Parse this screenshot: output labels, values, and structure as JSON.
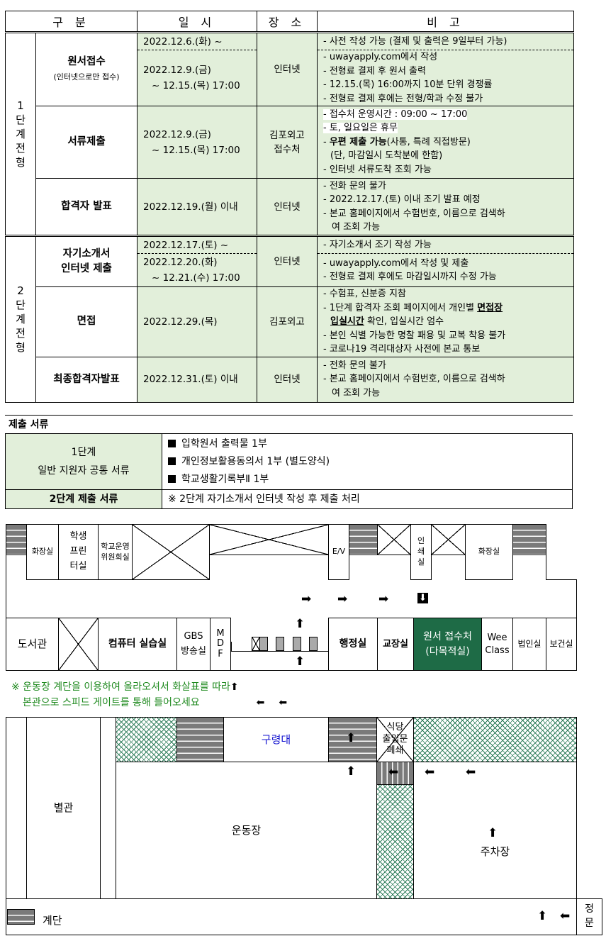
{
  "schedule": {
    "headers": [
      "구 분",
      "일 시",
      "장 소",
      "비 고"
    ],
    "stage1": "1\n단\n계\n전\n형",
    "stage2": "2\n단\n계\n전\n형",
    "rows": [
      {
        "name": "원서접수",
        "sub": "(인터넷으로만 접수)",
        "date1": "2022.12.6.(화) ~",
        "date2a": "2022.12.9.(금)",
        "date2b": "~ 12.15.(목) 17:00",
        "place": "인터넷",
        "notes1": [
          "- 사전 작성 가능 (결제 및 출력은 9일부터 가능)"
        ],
        "notes2": [
          "- uwayapply.com에서 작성",
          "- 전형료 결제 후 원서 출력",
          "- 12.15.(목) 16:00까지 10분 단위 경쟁률",
          "- 전형료 결제 후에는 전형/학과 수정 불가"
        ]
      },
      {
        "name": "서류제출",
        "date_a": "2022.12.9.(금)",
        "date_b": "~ 12.15.(목) 17:00",
        "place_a": "김포외고",
        "place_b": "접수처",
        "notes": [
          "- 접수처 운영시간 : 09:00 ~ 17:00",
          "- 토, 일요일은 휴무"
        ],
        "note3_bold": "우편 제출 가능",
        "note3_rest": "(사통, 특례 직접방문)",
        "note4": "(단, 마감일시 도착분에 한함)",
        "note5": "- 인터넷 서류도착 조회 가능"
      },
      {
        "name": "합격자 발표",
        "date": "2022.12.19.(월) 이내",
        "place": "인터넷",
        "notes": [
          "- 전화 문의 불가",
          "- 2022.12.17.(토) 이내 조기 발표 예정",
          "- 본교 홈페이지에서 수험번호, 이름으로 검색하",
          "여 조회 가능"
        ]
      },
      {
        "name_a": "자기소개서",
        "name_b": "인터넷 제출",
        "date1": "2022.12.17.(토) ~",
        "date2a": "2022.12.20.(화)",
        "date2b": "~ 12.21.(수) 17:00",
        "place": "인터넷",
        "notes1": [
          "- 자기소개서 조기 작성 가능"
        ],
        "notes2": [
          "- uwayapply.com에서 작성 및 제출",
          "- 전형료 결제 후에도 마감일시까지 수정 가능"
        ]
      },
      {
        "name": "면접",
        "date": "2022.12.29.(목)",
        "place": "김포외고",
        "note1": "- 수험표, 신분증 지참",
        "note2_pre": "- 1단계 합격자 조회 페이지에서 개인별 ",
        "note2_u": "면접장",
        "note3_u": "입실시간",
        "note3_rest": " 확인, 입실시간 엄수",
        "note4": "- 본인 식별 가능한 명찰 패용 및 교복 착용 불가",
        "note5": "- 코로나19 격리대상자 사전에 본교 통보"
      },
      {
        "name": "최종합격자발표",
        "date": "2022.12.31.(토) 이내",
        "place": "인터넷",
        "notes": [
          "- 전화 문의 불가",
          "- 본교 홈페이지에서 수험번호, 이름으로 검색하",
          "여 조회 가능"
        ]
      }
    ]
  },
  "documents": {
    "title": "제출 서류",
    "row1_label_a": "1단계",
    "row1_label_b": "일반 지원자 공통 서류",
    "row1_items": [
      "입학원서 출력물 1부",
      "개인정보활용동의서 1부 (별도양식)",
      "학교생활기록부Ⅱ 1부"
    ],
    "row2_label": "2단계 제출 서류",
    "row2_item": "※ 2단계 자기소개서 인터넷 작성 후 제출 처리"
  },
  "map1": {
    "rooms": {
      "toilet_left": "화장실",
      "printer": "학생\n프린\n터실",
      "committee": "학교운영\n위원회실",
      "ev": "E/V",
      "print_room": "인\n쇄\n실",
      "toilet_right": "화장실",
      "library": "도서관",
      "computer": "컴퓨터 실습실",
      "gbs": "GBS\n방송실",
      "mdf": "M\nD\nF",
      "admin": "행정실",
      "principal": "교장실",
      "reception": "원서 접수처\n(다목적실)",
      "wee": "Wee\nClass",
      "corp": "법인실",
      "health": "보건실"
    },
    "reception_color": "#1e6b46"
  },
  "directions": {
    "line1": "※ 운동장 계단을 이용하여 올라오셔서 화살표를 따라",
    "line2": "본관으로 스피드 게이트를 통해 들어오세요"
  },
  "map2": {
    "annex": "별관",
    "podium": "구령대",
    "cafeteria": "식당\n출입문\n폐쇄",
    "field": "운동장",
    "parking": "주차장",
    "legend_stairs": "계단",
    "main_gate": "정\n문"
  }
}
